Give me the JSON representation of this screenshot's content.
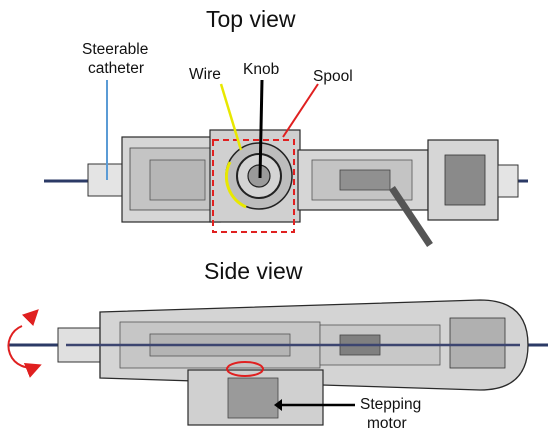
{
  "top_view": {
    "title": "Top view",
    "labels": {
      "catheter_line1": "Steerable",
      "catheter_line2": "catheter",
      "wire": "Wire",
      "knob": "Knob",
      "spool": "Spool"
    }
  },
  "side_view": {
    "title": "Side view",
    "labels": {
      "motor_line1": "Stepping",
      "motor_line2": "motor"
    }
  },
  "colors": {
    "catheter_arrow": "#5b9bd5",
    "wire_arrow": "#e8e800",
    "knob_arrow": "#000000",
    "spool_arrow": "#e02020",
    "spool_box": "#e02020",
    "rotation_arrow": "#e02020",
    "device_body": "#c8c8c8",
    "outline": "#2a2a2a"
  }
}
